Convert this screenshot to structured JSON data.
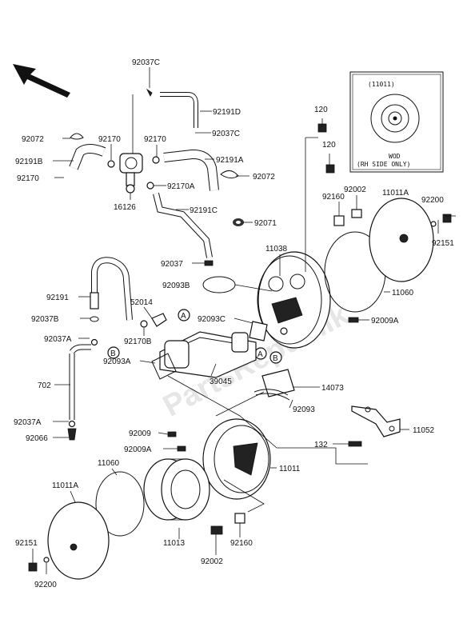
{
  "labels": {
    "l92037c_top": "92037C",
    "l92191d": "92191D",
    "l92037c_mid": "92037C",
    "l92072_left": "92072",
    "l92170_a": "92170",
    "l92170_b": "92170",
    "l92191b": "92191B",
    "l92191a": "92191A",
    "l92170_left": "92170",
    "l92072_right": "92072",
    "l92170a": "92170A",
    "l16126": "16126",
    "l92191c": "92191C",
    "l92071": "92071",
    "l92037": "92037",
    "l120_top": "120",
    "l120_mid": "120",
    "l92160_top": "92160",
    "l92002_top": "92002",
    "l11011a_top": "11011A",
    "l92200_top": "92200",
    "l92151_top": "92151",
    "l11038": "11038",
    "l92093b": "92093B",
    "l11060_top": "11060",
    "l92191": "92191",
    "l52014": "52014",
    "l92037b": "92037B",
    "l92093c": "92093C",
    "l92009a_top": "92009A",
    "l92037a_top": "92037A",
    "l92170b": "92170B",
    "l92093a": "92093A",
    "l39045": "39045",
    "l702": "702",
    "l14073": "14073",
    "l92093": "92093",
    "l92037a_bot": "92037A",
    "l92009": "92009",
    "l11052": "11052",
    "l92066": "92066",
    "l92009a_bot": "92009A",
    "l132": "132",
    "l11060_bot": "11060",
    "l11011": "11011",
    "l11011a_bot": "11011A",
    "l11013": "11013",
    "l92151_bot": "92151",
    "l92160_bot": "92160",
    "l92002_bot": "92002",
    "l92200_bot": "92200"
  },
  "callouts": {
    "a1": "A",
    "b1": "B",
    "a2": "A",
    "b2": "B"
  },
  "inset": {
    "part": "(11011)",
    "line1": "WOD",
    "line2": "(RH SIDE ONLY)"
  },
  "watermark": "PartsRepublik"
}
